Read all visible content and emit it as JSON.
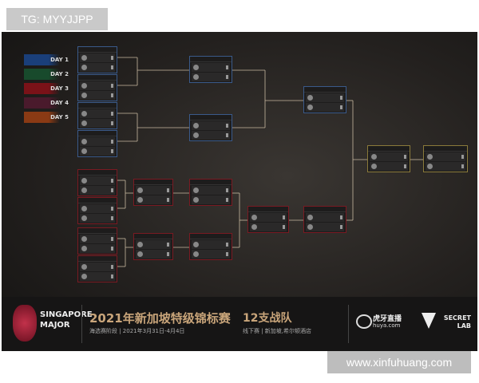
{
  "watermark_top": "TG: MYYJJPP",
  "watermark_bottom": "www.xinfuhuang.com",
  "legend": [
    {
      "label": "DAY 1",
      "color": "#1a3f7a"
    },
    {
      "label": "DAY 2",
      "color": "#184a2c"
    },
    {
      "label": "DAY 3",
      "color": "#7a1218"
    },
    {
      "label": "DAY 4",
      "color": "#4a1a2c"
    },
    {
      "label": "DAY 5",
      "color": "#8a3a14"
    }
  ],
  "banner": {
    "event_logo": "SINGAPORE MAJOR",
    "title": "2021年新加坡特级锦标赛",
    "subtitle": "海选赛阶段 | 2021年3月31日-4月4日",
    "teams": "12支战队",
    "teams_sub": "线下赛 | 新加坡,希尔顿酒店",
    "sponsor1": "虎牙直播",
    "sponsor1_sub": "huya.com",
    "sponsor2": "SECRET LAB"
  },
  "colors": {
    "upper": "#3a5a8a",
    "lower": "#7a1a22",
    "final": "#8a7a3a",
    "line": "#c8b9a0"
  }
}
